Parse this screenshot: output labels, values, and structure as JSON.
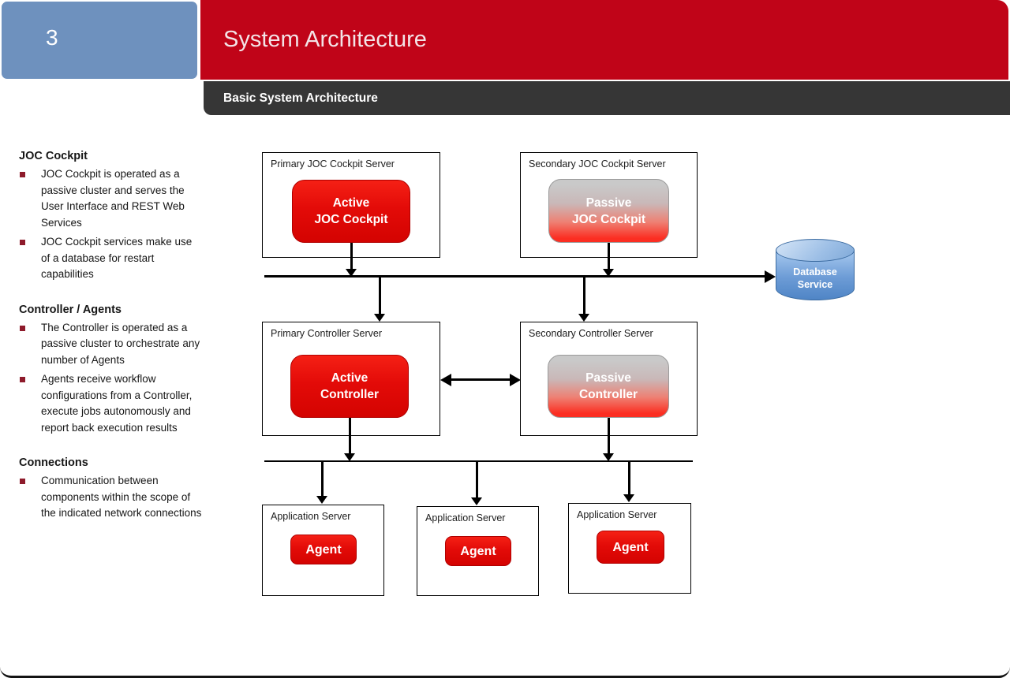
{
  "slide": {
    "number": "3",
    "title": "System Architecture",
    "subtitle": "Basic System Architecture"
  },
  "sidebar": {
    "sections": [
      {
        "heading": "JOC Cockpit",
        "bullets": [
          "JOC Cockpit is operated as a passive cluster and serves the User Interface and REST Web Services",
          "JOC Cockpit services make use of a database for restart capabilities"
        ]
      },
      {
        "heading": "Controller / Agents",
        "bullets": [
          "The Controller is operated as a passive cluster to orchestrate any number of Agents",
          "Agents receive workflow configurations from a Controller, execute jobs autonomously and report back execution results"
        ]
      },
      {
        "heading": "Connections",
        "bullets": [
          "Communication between components within the scope of the indicated network connections"
        ]
      }
    ]
  },
  "diagram": {
    "servers": [
      {
        "label": "Primary JOC Cockpit Server",
        "component": {
          "line1": "Active",
          "line2": "JOC Cockpit"
        },
        "state": "active"
      },
      {
        "label": "Secondary JOC Cockpit Server",
        "component": {
          "line1": "Passive",
          "line2": "JOC Cockpit"
        },
        "state": "passive"
      },
      {
        "label": "Primary Controller Server",
        "component": {
          "line1": "Active",
          "line2": "Controller"
        },
        "state": "active"
      },
      {
        "label": "Secondary Controller Server",
        "component": {
          "line1": "Passive",
          "line2": "Controller"
        },
        "state": "passive"
      },
      {
        "label": "Application Server",
        "component": {
          "line1": "Agent"
        },
        "state": "active"
      },
      {
        "label": "Application Server",
        "component": {
          "line1": "Agent"
        },
        "state": "active"
      },
      {
        "label": "Application Server",
        "component": {
          "line1": "Agent"
        },
        "state": "active"
      }
    ],
    "database": {
      "line1": "Database",
      "line2": "Service"
    }
  },
  "colors": {
    "banner_red": "#C00418",
    "number_blue": "#6E91BE",
    "subtitle_gray": "#363636",
    "active_red": "#E30B08",
    "passive_gray_top": "#C9C9C9",
    "passive_red_bottom": "#FB2E22",
    "database_blue": "#4F85C6",
    "bullet_maroon": "#8E1B2B",
    "connector_black": "#000000"
  }
}
